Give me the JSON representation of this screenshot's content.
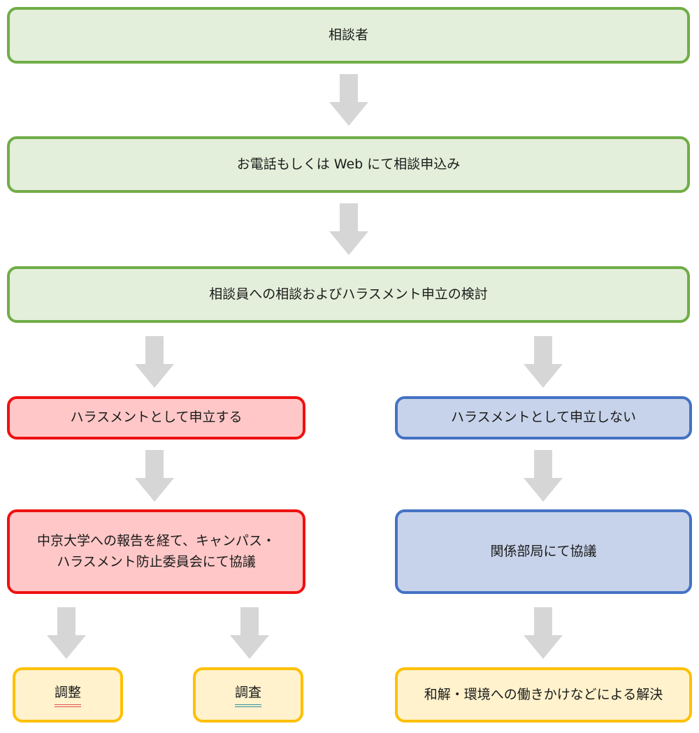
{
  "flow": {
    "step1": "相談者",
    "step2": "お電話もしくは Web にて相談申込み",
    "step3": "相談員への相談およびハラスメント申立の検討",
    "branch_yes": "ハラスメントとして申立する",
    "branch_no": "ハラスメントとして申立しない",
    "yes_detail_line1": "中京大学への報告を経て、キャンパス・",
    "yes_detail_line2": "ハラスメント防止委員会にて協議",
    "no_detail": "関係部局にて協議",
    "outcome_adjust": "調整",
    "outcome_investigate": "調査",
    "outcome_resolve": "和解・環境への働きかけなどによる解決"
  },
  "colors": {
    "green_fill": "#e3efda",
    "green_border": "#70ad47",
    "red_fill": "#ffc7c7",
    "red_border": "#ee1111",
    "blue_fill": "#c7d3ea",
    "blue_border": "#4472c4",
    "yellow_fill": "#fff2cc",
    "yellow_border": "#ffc000",
    "arrow": "#d6d6d6"
  }
}
